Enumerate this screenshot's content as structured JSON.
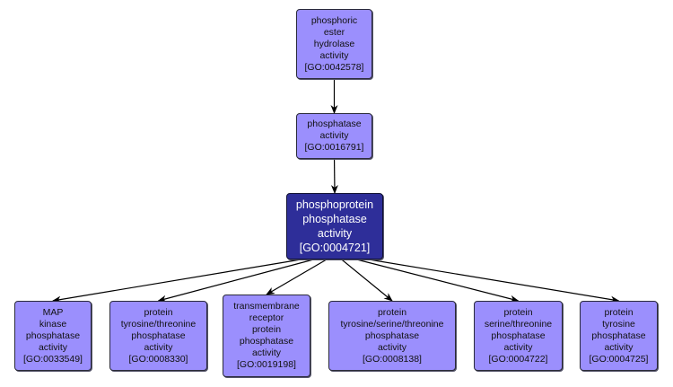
{
  "graph": {
    "colors": {
      "node": "#9b8ffd",
      "focus_node": "#2e2e99",
      "edge": "#000000"
    },
    "nodes": {
      "n0042578": {
        "lines": [
          "phosphoric",
          "ester",
          "hydrolase",
          "activity",
          "[GO:0042578]"
        ]
      },
      "n0016791": {
        "lines": [
          "phosphatase",
          "activity",
          "[GO:0016791]"
        ]
      },
      "n0004721": {
        "lines": [
          "phosphoprotein",
          "phosphatase",
          "activity",
          "[GO:0004721]"
        ]
      },
      "n0033549": {
        "lines": [
          "MAP",
          "kinase",
          "phosphatase",
          "activity",
          "[GO:0033549]"
        ]
      },
      "n0008330": {
        "lines": [
          "protein",
          "tyrosine/threonine",
          "phosphatase",
          "activity",
          "[GO:0008330]"
        ]
      },
      "n0019198": {
        "lines": [
          "transmembrane",
          "receptor",
          "protein",
          "phosphatase",
          "activity",
          "[GO:0019198]"
        ]
      },
      "n0008138": {
        "lines": [
          "protein",
          "tyrosine/serine/threonine",
          "phosphatase",
          "activity",
          "[GO:0008138]"
        ]
      },
      "n0004722": {
        "lines": [
          "protein",
          "serine/threonine",
          "phosphatase",
          "activity",
          "[GO:0004722]"
        ]
      },
      "n0004725": {
        "lines": [
          "protein",
          "tyrosine",
          "phosphatase",
          "activity",
          "[GO:0004725]"
        ]
      }
    },
    "edges": [
      [
        "n0042578",
        "n0016791"
      ],
      [
        "n0016791",
        "n0004721"
      ],
      [
        "n0004721",
        "n0033549"
      ],
      [
        "n0004721",
        "n0008330"
      ],
      [
        "n0004721",
        "n0019198"
      ],
      [
        "n0004721",
        "n0008138"
      ],
      [
        "n0004721",
        "n0004722"
      ],
      [
        "n0004721",
        "n0004725"
      ]
    ]
  }
}
